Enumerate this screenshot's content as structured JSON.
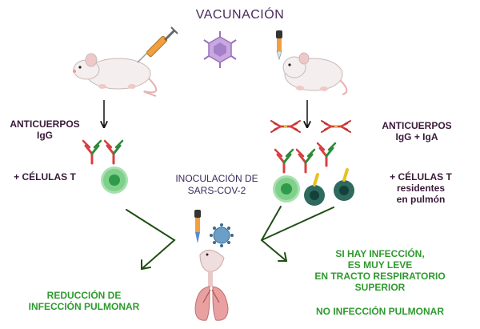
{
  "title": "VACUNACIÓN",
  "left": {
    "antibodies": "ANTICUERPOS\nIgG",
    "cells": "+ CÉLULAS T",
    "outcome": "REDUCCIÓN DE\nINFECCIÓN PULMONAR"
  },
  "center": {
    "inoculation": "INOCULACIÓN DE\nSARS-COV-2"
  },
  "right": {
    "antibodies": "ANTICUERPOS\nIgG + IgA",
    "cells": "+ CÉLULAS T\nresidentes\nen pulmón",
    "outcome_mild": "SI HAY INFECCIÓN,\nES  MUY LEVE\nEN TRACTO RESPIRATORIO\nSUPERIOR",
    "outcome_lung": "NO INFECCIÓN PULMONAR"
  },
  "colors": {
    "arrow_green": "#1f4f14",
    "text_green": "#2e9a2e",
    "text_dark": "#3a1a3a",
    "antibody_red": "#d94040",
    "antibody_green": "#2f8a3a",
    "tcell_green": "#7fd08a",
    "resident_cell": "#2f6a5f",
    "virus_purple": "#b08ad0",
    "lung_pink": "#e8a0a0"
  }
}
